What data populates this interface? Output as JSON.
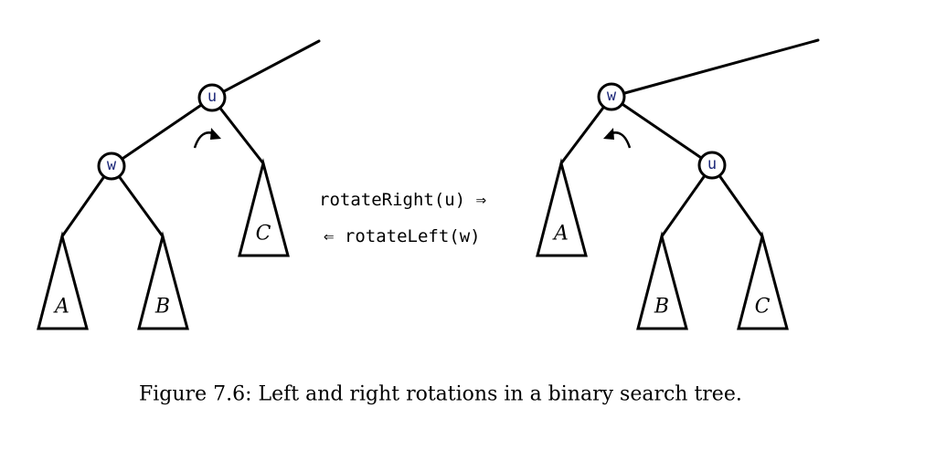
{
  "left_tree": {
    "root": "u",
    "child": "w",
    "subtrees": [
      "A",
      "B",
      "C"
    ]
  },
  "right_tree": {
    "root": "w",
    "child": "u",
    "subtrees": [
      "A",
      "B",
      "C"
    ]
  },
  "operations": {
    "rotate_right": "rotateRight(u) ⇒",
    "rotate_left": "⇐ rotateLeft(w)"
  },
  "caption": "Figure 7.6: Left and right rotations in a binary search tree."
}
